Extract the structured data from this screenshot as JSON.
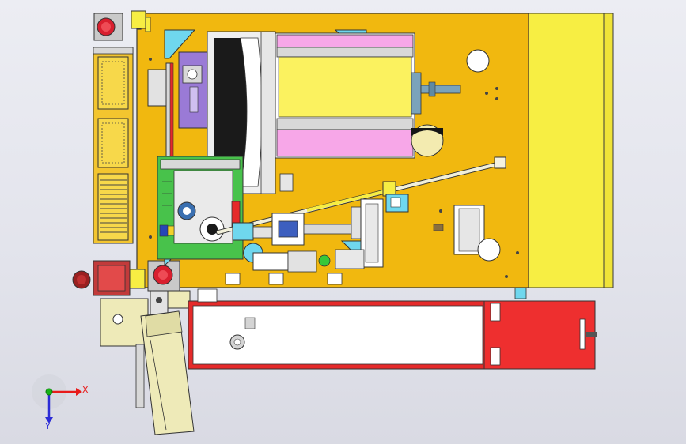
{
  "viewport": {
    "background_top": "#ecedf3",
    "background_bottom": "#d9dae3"
  },
  "triad": {
    "x_label": "X",
    "y_label": "Y",
    "x_color": "#e81b1b",
    "y_color": "#2b2bd6",
    "z_color": "#17b317"
  },
  "colors": {
    "base_plate": "#f1b80f",
    "right_panel": "#f7ee43",
    "tray_red": "#ee2f2f",
    "magenta": "#f7a7e8",
    "yellow_slide": "#fbf25f",
    "cyan_bracket": "#6fd7ee",
    "green_pcb": "#48c24b",
    "purple_block": "#9a7ad6",
    "cream_panel": "#eeeab8",
    "stop_button": "#d81f2e",
    "outline": "#3a3a3a"
  },
  "components": [
    "base-plate",
    "emergency-stop-top",
    "emergency-stop-bottom",
    "left-vent-panels",
    "roller-drum-module",
    "linear-slide-module",
    "purple-bracket-module",
    "green-pcb-module",
    "probe-arm",
    "cylinder-actuator",
    "right-side-panel",
    "bottom-conveyor-tray",
    "red-end-box",
    "cream-side-cover",
    "tilted-handle-block"
  ]
}
